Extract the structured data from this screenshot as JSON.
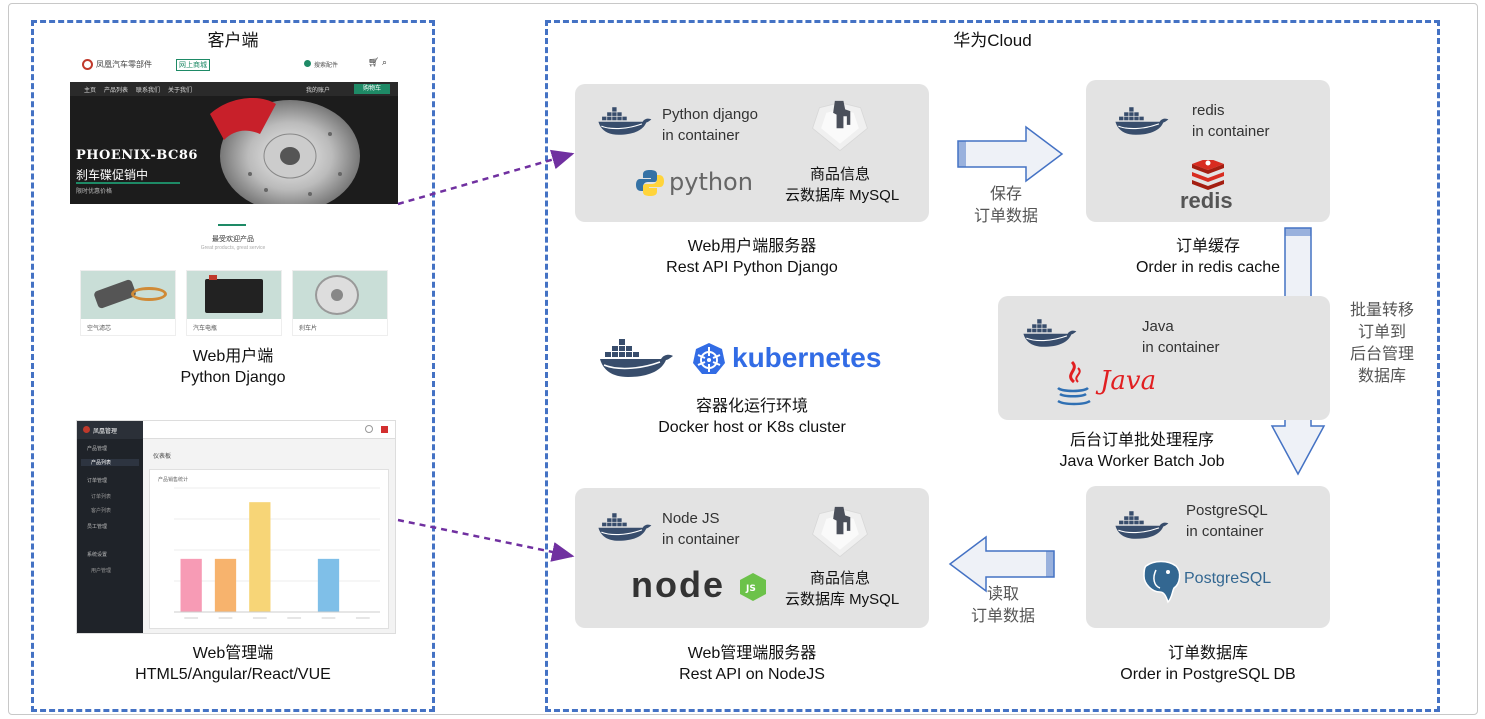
{
  "regions": {
    "client": {
      "title": "客户端"
    },
    "cloud": {
      "title": "华为Cloud"
    }
  },
  "client": {
    "shop": {
      "logo_text": "凤凰汽车零部件",
      "logo_badge": "网上商城",
      "search_label": "搜索配件",
      "nav_items": [
        "主页",
        "产品列表",
        "联系我们",
        "关于我们"
      ],
      "login_label": "我的账户",
      "cart_label": "购物车",
      "hero_title": "PHOENIX-BC86",
      "hero_subtitle": "刹车碟促销中",
      "hero_note": "限时优惠价格",
      "section_title": "最受欢迎产品",
      "section_sub": "Great products, great service",
      "products": [
        "空气滤芯",
        "汽车电瓶",
        "刹车片"
      ],
      "caption_line1": "Web用户端",
      "caption_line2": "Python Django"
    },
    "admin": {
      "brand": "凤凰管理",
      "menu": [
        "产品管理",
        "产品列表",
        "订单管理",
        "订单列表",
        "客户列表",
        "员工管理",
        "系统设置",
        "用户管理"
      ],
      "page_title": "仪表板",
      "chart_title": "产品销售统计",
      "caption_line1": "Web管理端",
      "caption_line2": "HTML5/Angular/React/VUE"
    }
  },
  "chart_data": {
    "type": "bar",
    "categories": [
      "",
      "",
      "",
      "",
      "",
      ""
    ],
    "values": [
      30,
      30,
      62,
      0,
      30,
      0
    ],
    "colors": [
      "#f79bb5",
      "#f7b36d",
      "#f7d577",
      "#cccccc",
      "#7fbfe8",
      "#cccccc"
    ],
    "ylim": [
      0,
      70
    ]
  },
  "web_user_server": {
    "docker_line1": "Python django",
    "docker_line2": "in container",
    "python_logo": "python",
    "db_line1": "商品信息",
    "db_line2": "云数据库 MySQL",
    "caption_line1": "Web用户端服务器",
    "caption_line2": "Rest API Python Django"
  },
  "redis_box": {
    "line1": "redis",
    "line2": "in container",
    "logo": "redis",
    "caption_line1": "订单缓存",
    "caption_line2": "Order in redis cache"
  },
  "save_arrow": {
    "line1": "保存",
    "line2": "订单数据"
  },
  "batch_arrow": {
    "line1": "批量转移",
    "line2": "订单到",
    "line3": "后台管理",
    "line4": "数据库"
  },
  "k8s": {
    "logo_text": "kubernetes",
    "caption_line1": "容器化运行环境",
    "caption_line2": "Docker host or K8s cluster"
  },
  "java_box": {
    "line1": "Java",
    "line2": "in container",
    "logo": "Java",
    "caption_line1": "后台订单批处理程序",
    "caption_line2": "Java Worker Batch Job"
  },
  "node_server": {
    "line1": "Node JS",
    "line2": "in container",
    "logo": "node",
    "db_line1": "商品信息",
    "db_line2": "云数据库 MySQL",
    "caption_line1": "Web管理端服务器",
    "caption_line2": "Rest API on NodeJS"
  },
  "read_arrow": {
    "line1": "读取",
    "line2": "订单数据"
  },
  "postgres_box": {
    "line1": "PostgreSQL",
    "line2": "in container",
    "logo": "PostgreSQL",
    "caption_line1": "订单数据库",
    "caption_line2": "Order in PostgreSQL DB"
  },
  "icons": {
    "docker": "docker-whale-icon",
    "mysql": "mysql-cloud-db-icon",
    "kubernetes": "kubernetes-helm-icon"
  },
  "colors": {
    "dashed_border": "#4472c4",
    "connector": "#7030a0",
    "card_bg": "#e3e3e3",
    "arrow_fill": "#eef1f7",
    "arrow_stroke": "#4472c4",
    "k8s_blue": "#326ce5",
    "redis_red": "#d82c20",
    "java_red": "#e11f21",
    "node_green": "#6cc24a",
    "python_blue": "#3572a5",
    "python_yellow": "#ffd43b"
  }
}
